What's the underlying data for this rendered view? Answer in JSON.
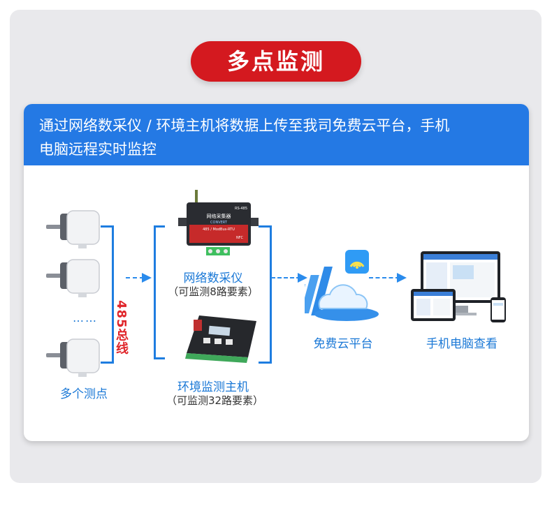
{
  "title": "多点监测",
  "intro": {
    "line1": "通过网络数采仪 / 环境主机将数据上传至我司免费云平台，手机",
    "line2": "电脑远程实时监控"
  },
  "sensors": {
    "label": "多个测点",
    "ellipsis": "……",
    "bus_label": "485总线"
  },
  "collector": {
    "label": "网络数采仪",
    "sub": "（可监测8路要素）",
    "device_text": "网络采集器",
    "device_brand": "CONVERT",
    "device_model": "485 / ModBus-RTU",
    "device_port": "RS-485",
    "device_nfc": "NFC"
  },
  "host": {
    "label": "环境监测主机",
    "sub": "（可监测32路要素）"
  },
  "cloud": {
    "label": "免费云平台"
  },
  "devices": {
    "label": "手机电脑查看"
  },
  "colors": {
    "accent": "#2479e4",
    "title_red": "#d4191f",
    "bus_red": "#e0262b",
    "label_blue": "#1a78d6"
  }
}
